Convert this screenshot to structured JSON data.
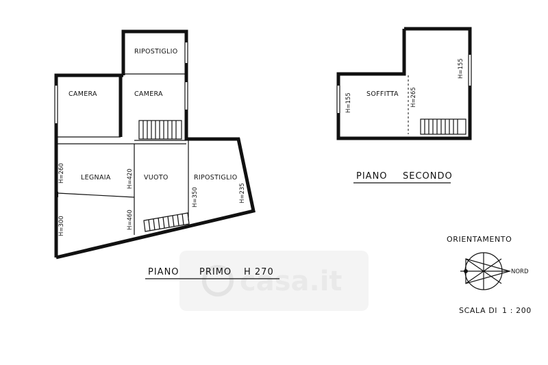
{
  "watermark": "casa.it",
  "first_floor": {
    "title_part1": "PIANO",
    "title_part2": "PRIMO",
    "title_part3": "H 270",
    "rooms": {
      "ripostiglio_top": "RIPOSTIGLIO",
      "camera_left": "CAMERA",
      "camera_center": "CAMERA",
      "legnaia": "LEGNAIA",
      "vuoto": "VUOTO",
      "ripostiglio_right": "RIPOSTIGLIO"
    },
    "heights": {
      "h260": "H=260",
      "h300": "H=300",
      "h420": "H=420",
      "h460": "H=460",
      "h350": "H=350",
      "h235": "H=235"
    }
  },
  "second_floor": {
    "title_part1": "PIANO",
    "title_part2": "SECONDO",
    "rooms": {
      "soffitta": "SOFFITTA"
    },
    "heights": {
      "h155_left": "H=155",
      "h265": "H=265",
      "h155_right": "H=155"
    }
  },
  "orientation": {
    "label": "ORIENTAMENTO",
    "north": "NORD"
  },
  "scale": {
    "label": "SCALA DI",
    "value": "1 : 200"
  }
}
